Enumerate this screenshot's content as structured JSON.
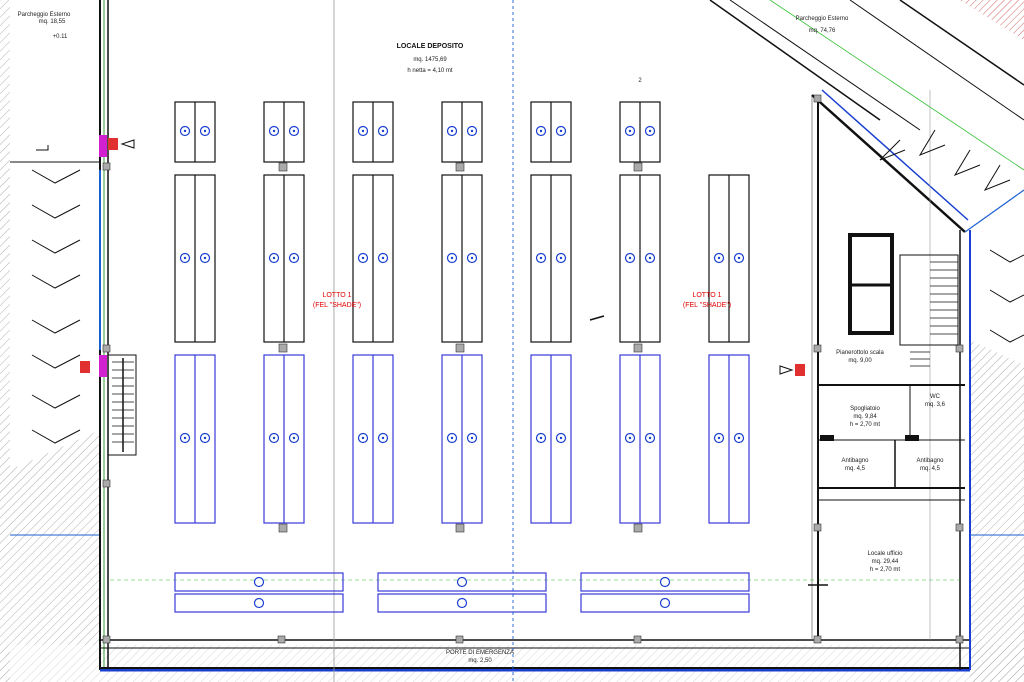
{
  "title": {
    "line1": "LOCALE DEPOSITO",
    "line2": "mq. 1475,69",
    "line3": "h netta = 4,10 mt"
  },
  "top_left_label": {
    "line1": "Parcheggio Esterno",
    "line2": "mq. 18,55",
    "line3": "+0.11"
  },
  "top_right_label": {
    "line1": "Parcheggio Esterno",
    "line2": "mq. 74,76"
  },
  "lotto_left": {
    "line1": "LOTTO 1",
    "line2": "(FEL \"SHADE\")"
  },
  "lotto_right": {
    "line1": "LOTTO 1",
    "line2": "(FEL \"SHADE\")"
  },
  "room_labels": {
    "stair": {
      "line1": "Pianerottolo scala",
      "line2": "mq. 9,00"
    },
    "spogliatoio": {
      "line1": "Spogliatoio",
      "line2": "mq. 9,84",
      "line3": "h = 2,70 mt"
    },
    "bagno1": {
      "line1": "Antibagno",
      "line2": "mq. 4,5"
    },
    "bagno2": {
      "line1": "Antibagno",
      "line2": "mq. 4,5"
    },
    "wc": {
      "line1": "WC",
      "line2": "mq. 3,6"
    },
    "ufficio": {
      "line1": "Locale ufficio",
      "line2": "mq. 29,44",
      "line3": "h = 2,70 mt"
    }
  },
  "bottom_label": {
    "line1": "PORTE DI EMERGENZA",
    "line2": "mq. 2,50"
  },
  "marker_text": "2",
  "colors": {
    "wall": "#111111",
    "shelf_black": "#111111",
    "shelf_blue": "#3a3ad8",
    "circle": "#1a3fd0",
    "red": "#e00000",
    "magenta": "#d020d0",
    "dashed_blue": "#1a5fd0",
    "green": "#30c030",
    "hatch": "#9a9a9a"
  }
}
